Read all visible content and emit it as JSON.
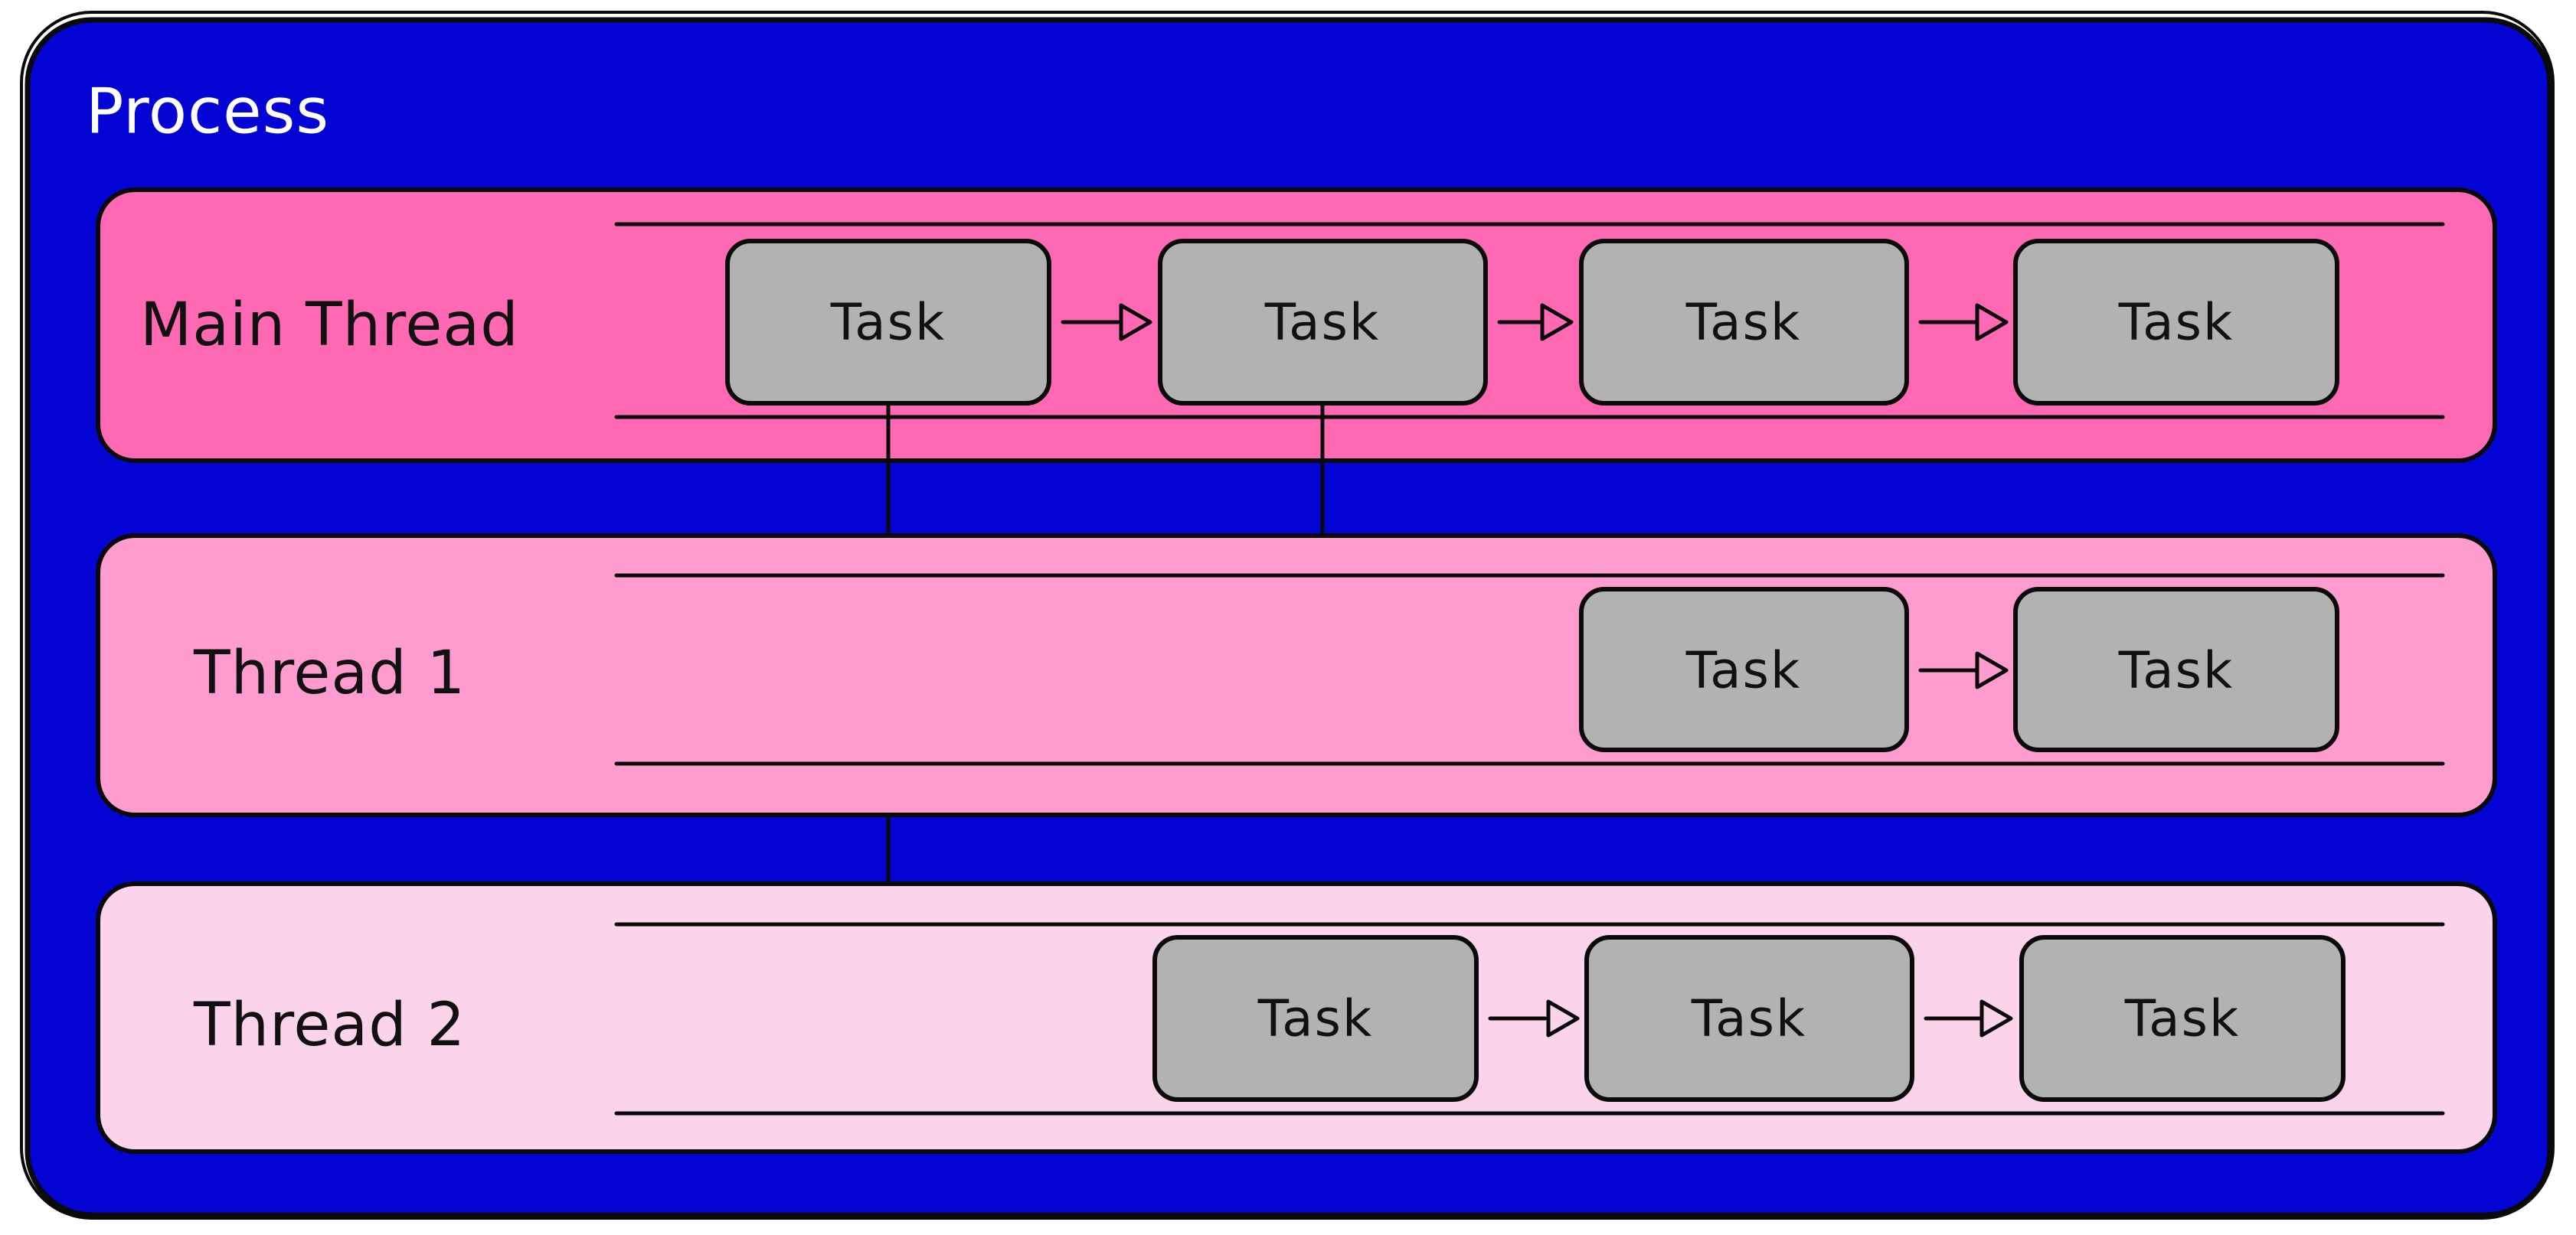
{
  "diagram": {
    "title": "Process",
    "rows": [
      {
        "id": "main-thread",
        "label": "Main Thread",
        "tasks": [
          "Task",
          "Task",
          "Task",
          "Task"
        ]
      },
      {
        "id": "thread-1",
        "label": "Thread 1",
        "tasks": [
          "Task",
          "Task"
        ]
      },
      {
        "id": "thread-2",
        "label": "Thread 2",
        "tasks": [
          "Task",
          "Task",
          "Task"
        ]
      }
    ],
    "connectors": [
      {
        "from": "main-thread.task1",
        "to": "thread-2.task1"
      },
      {
        "from": "main-thread.task2",
        "to": "thread-1.task1"
      }
    ],
    "colors": {
      "process_fill": "#0404D4",
      "main_thread_fill": "#FF69B4",
      "thread1_fill": "#FF9CCF",
      "thread2_fill": "#FBD3EA",
      "task_fill": "#B2B2B2",
      "stroke": "#0A0A0A",
      "title_color": "#FFFFFF"
    }
  }
}
